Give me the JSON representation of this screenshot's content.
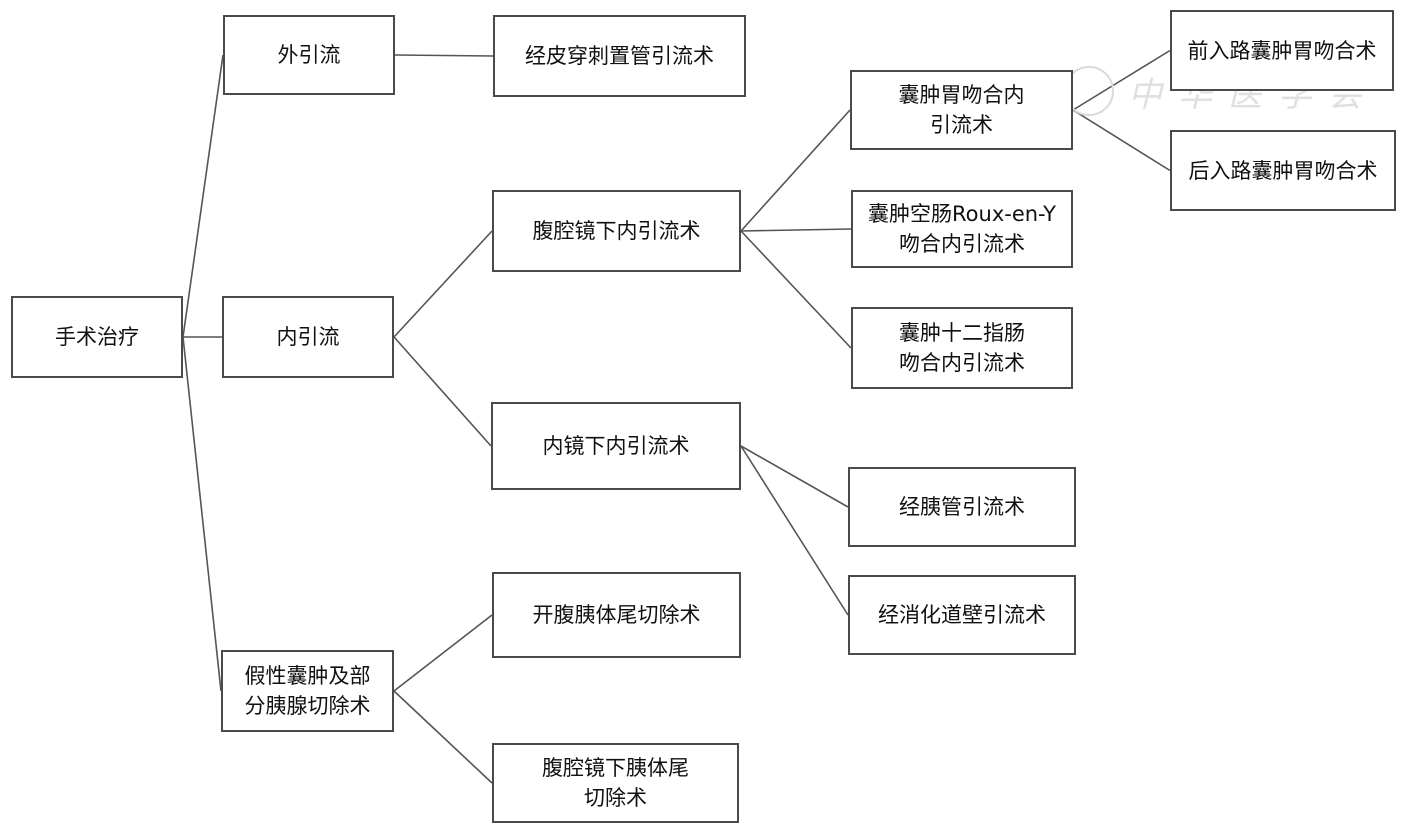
{
  "diagram": {
    "type": "tree",
    "root": "n_root",
    "nodes": [
      {
        "id": "n_root",
        "label": "手术治疗"
      },
      {
        "id": "n_ext",
        "label": "外引流"
      },
      {
        "id": "n_int",
        "label": "内引流"
      },
      {
        "id": "n_resect",
        "label": "假性囊肿及部\n分胰腺切除术"
      },
      {
        "id": "n_perc",
        "label": "经皮穿刺置管引流术"
      },
      {
        "id": "n_lap_drain",
        "label": "腹腔镜下内引流术"
      },
      {
        "id": "n_endo_drain",
        "label": "内镜下内引流术"
      },
      {
        "id": "n_cystgastro",
        "label": "囊肿胃吻合内\n引流术"
      },
      {
        "id": "n_roux",
        "label": "囊肿空肠Roux-en-Y\n吻合内引流术"
      },
      {
        "id": "n_duod",
        "label": "囊肿十二指肠\n吻合内引流术"
      },
      {
        "id": "n_ant",
        "label": "前入路囊肿胃吻合术"
      },
      {
        "id": "n_post",
        "label": "后入路囊肿胃吻合术"
      },
      {
        "id": "n_transpap",
        "label": "经胰管引流术"
      },
      {
        "id": "n_transmural",
        "label": "经消化道壁引流术"
      },
      {
        "id": "n_open",
        "label": "开腹胰体尾切除术"
      },
      {
        "id": "n_lap_resect",
        "label": "腹腔镜下胰体尾\n切除术"
      }
    ],
    "edges": [
      {
        "from": "n_root",
        "to": "n_ext"
      },
      {
        "from": "n_root",
        "to": "n_int"
      },
      {
        "from": "n_root",
        "to": "n_resect"
      },
      {
        "from": "n_ext",
        "to": "n_perc"
      },
      {
        "from": "n_int",
        "to": "n_lap_drain"
      },
      {
        "from": "n_int",
        "to": "n_endo_drain"
      },
      {
        "from": "n_lap_drain",
        "to": "n_cystgastro"
      },
      {
        "from": "n_lap_drain",
        "to": "n_roux"
      },
      {
        "from": "n_lap_drain",
        "to": "n_duod"
      },
      {
        "from": "n_cystgastro",
        "to": "n_ant"
      },
      {
        "from": "n_cystgastro",
        "to": "n_post"
      },
      {
        "from": "n_endo_drain",
        "to": "n_transpap"
      },
      {
        "from": "n_endo_drain",
        "to": "n_transmural"
      },
      {
        "from": "n_resect",
        "to": "n_open"
      },
      {
        "from": "n_resect",
        "to": "n_lap_resect"
      }
    ]
  },
  "watermark": {
    "text": "中华医学会",
    "color": "#d6d6d6"
  },
  "colors": {
    "border": "#4a4a4a",
    "line": "#555555",
    "background": "#ffffff"
  }
}
